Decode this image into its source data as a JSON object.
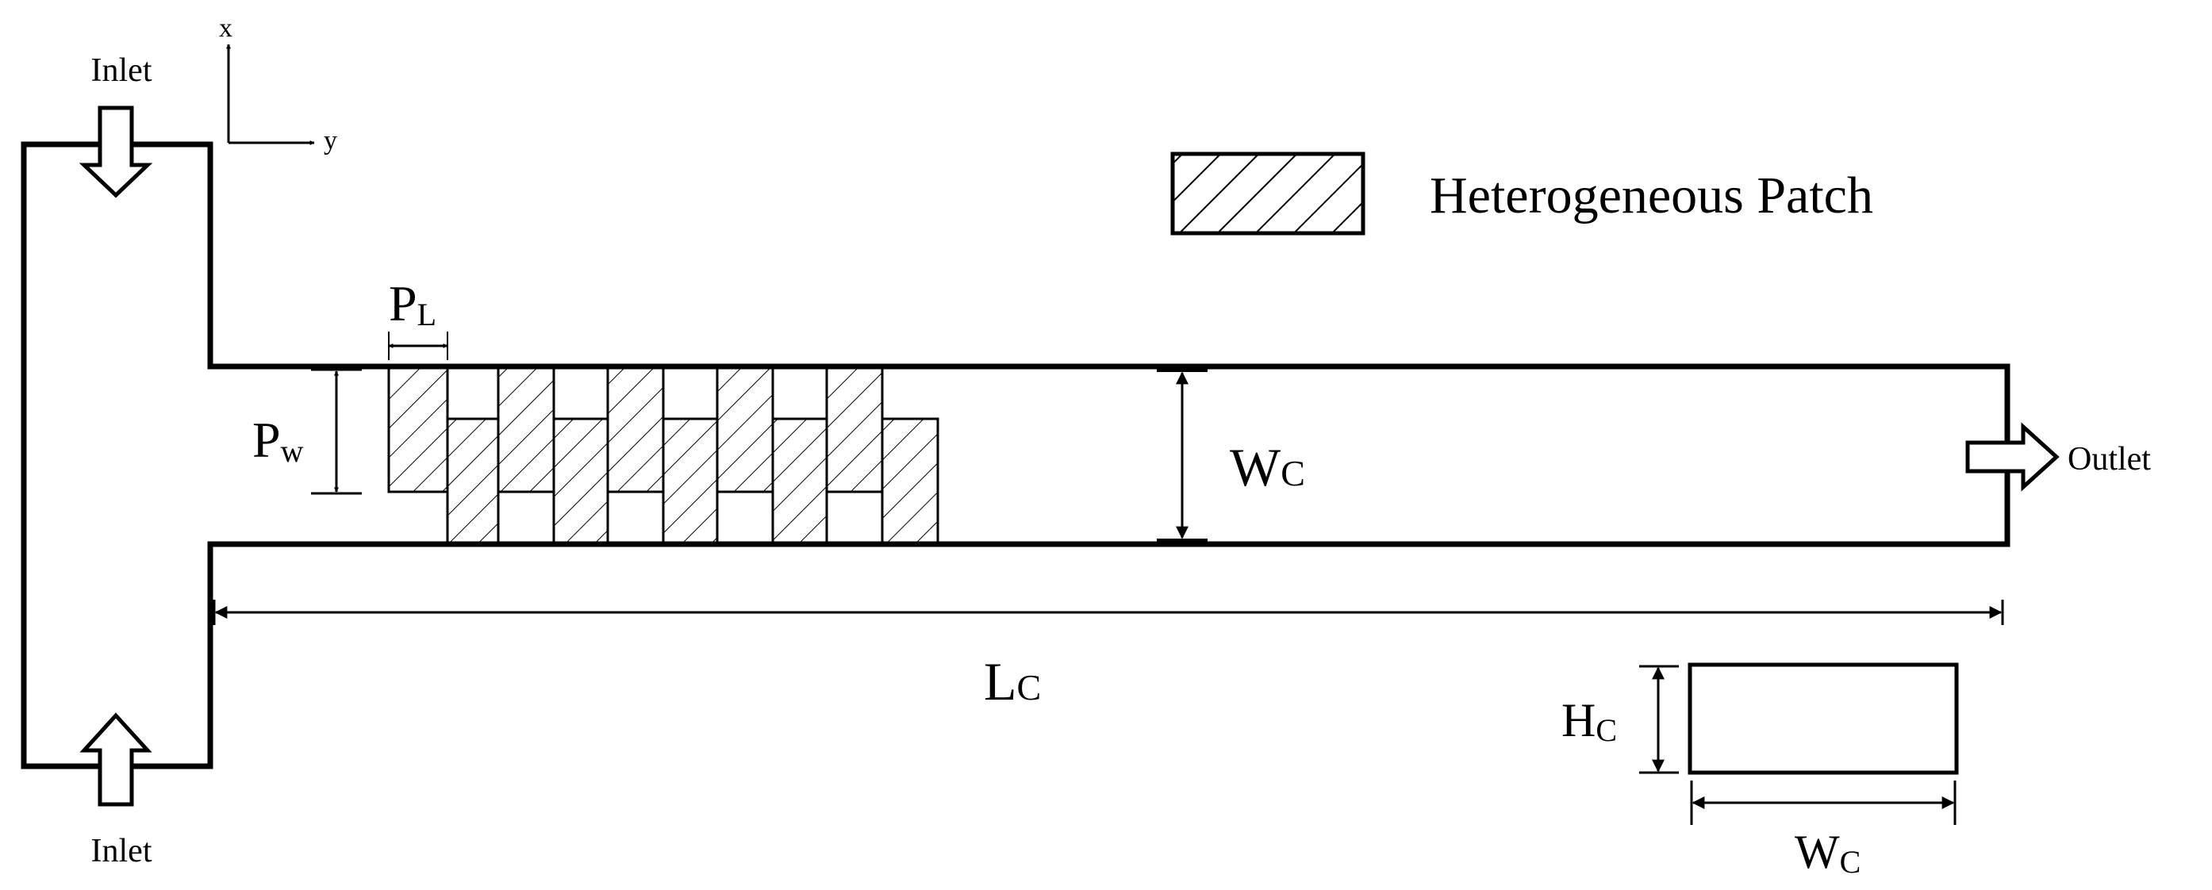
{
  "labels": {
    "inlet_top": "Inlet",
    "inlet_bottom": "Inlet",
    "outlet": "Outlet",
    "axis_x": "x",
    "axis_y": "y",
    "legend": "Heterogeneous Patch",
    "pl_main": "P",
    "pl_sub": "L",
    "pw_main": "P",
    "pw_sub": "w",
    "wc_main": "W",
    "wc_sub": "C",
    "lc_main": "L",
    "lc_sub": "C",
    "hc_main": "H",
    "hc_sub": "C",
    "wc2_main": "W",
    "wc2_sub": "C"
  },
  "colors": {
    "stroke": "#000000",
    "background": "#ffffff"
  }
}
